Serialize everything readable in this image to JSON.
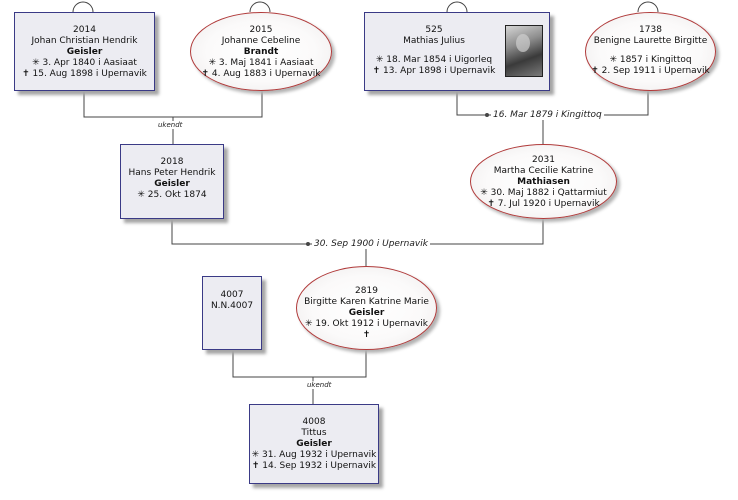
{
  "persons": {
    "p2014": {
      "id": "2014",
      "given": "Johan Christian Hendrik",
      "surname": "Geisler",
      "birth": "✳ 3. Apr 1840 i  Aasiaat",
      "death": "✝ 15. Aug 1898 i  Upernavik"
    },
    "p2015": {
      "id": "2015",
      "given": "Johanne Cebeline",
      "surname": "Brandt",
      "birth": "✳ 3. Maj 1841 i  Aasiaat",
      "death": "✝ 4. Aug 1883 i  Upernavik"
    },
    "p525": {
      "id": "525",
      "given": "Mathias Julius",
      "birth": "✳ 18. Mar 1854 i  Uigorleq",
      "death": "✝ 13. Apr 1898 i  Upernavik"
    },
    "p1738": {
      "id": "1738",
      "given": "Benigne Laurette Birgitte",
      "birth": "✳ 1857 i  Kingittoq",
      "death": "✝ 2. Sep 1911 i  Upernavik"
    },
    "p2018": {
      "id": "2018",
      "given": "Hans Peter Hendrik",
      "surname": "Geisler",
      "birth": "✳ 25. Okt 1874"
    },
    "p2031": {
      "id": "2031",
      "given": "Martha Cecilie Katrine",
      "surname": "Mathiasen",
      "birth": "✳ 30. Maj 1882 i  Qattarmiut",
      "death": "✝ 7. Jul 1920 i  Upernavik"
    },
    "p4007": {
      "id": "4007",
      "given": "N.N.4007"
    },
    "p2819": {
      "id": "2819",
      "given": "Birgitte Karen Katrine Marie",
      "surname": "Geisler",
      "birth": "✳ 19. Okt 1912 i  Upernavik",
      "death": "✝"
    },
    "p4008": {
      "id": "4008",
      "given": "Tittus",
      "surname": "Geisler",
      "birth": "✳ 31. Aug 1932 i  Upernavik",
      "death": "✝ 14. Sep 1932 i  Upernavik"
    }
  },
  "marriages": {
    "m1": "ukendt",
    "m2": "16. Mar 1879 i  Kingittoq",
    "m3": "30. Sep 1900 i  Upernavik",
    "m4": "ukendt"
  },
  "colors": {
    "male_border": "#3a3a86",
    "female_border": "#b03a3a",
    "line": "#444444"
  }
}
